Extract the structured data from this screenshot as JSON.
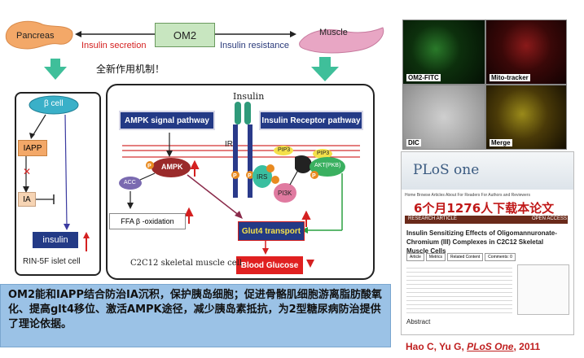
{
  "labels": {
    "pancreas": "Pancreas",
    "muscle": "Muscle",
    "om2": "OM2",
    "insulin_secretion": "Insulin secretion",
    "insulin_resistance": "Insulin resistance",
    "new_mechanism": "全新作用机制！"
  },
  "beta_panel": {
    "beta_cell": "β cell",
    "iapp": "IAPP",
    "ia": "IA",
    "insulin": "insulin",
    "caption": "RIN-5F islet cell"
  },
  "main_panel": {
    "insulin": "Insulin",
    "ampk_pathway": "AMPK signal pathway",
    "ir_pathway": "Insulin Receptor pathway",
    "ir": "IR",
    "ampk": "AMPK",
    "acc": "ACC",
    "ffa": "FFA β -oxidation",
    "pip3_a": "PIP3",
    "pip3_b": "PIP3",
    "akt": "AKT(PKB)",
    "irs": "IRS",
    "pi3k": "PI3K",
    "p": "P",
    "glut4": "Glut4  transport",
    "blood_glucose": "Blood Glucose",
    "caption": "C2C12 skeletal muscle cell"
  },
  "micro_labels": {
    "om2_fitc": "OM2-FITC",
    "mito": "Mito-tracker",
    "dic": "DIC",
    "merge": "Merge"
  },
  "paper": {
    "logo": "PLoS one",
    "headline": "6个月1276人下载本论文",
    "nav": "Home  Browse Articles  About  For Readers  For Authors and Reviewers",
    "section": "RESEARCH ARTICLE",
    "open_access": "OPEN ACCESS",
    "title": "Insulin Sensitizing Effects of Oligomannuronate-Chromium (III) Complexes in C2C12 Skeletal Muscle Cells",
    "tabs": [
      "Article",
      "Metrics",
      "Related Content",
      "Comments: 0"
    ],
    "abstract": "Abstract"
  },
  "caption_text": "OM2能和IAPP结合防治IA沉积，保护胰岛细胞；促进骨骼肌细胞游离脂肪酸氧化、提高glt4移位、激活AMPK途径，减少胰岛素抵抗，为2型糖尿病防治提供了理论依据。",
  "reference": {
    "authors": "Hao C, Yu G, ",
    "journal": "PLoS One",
    "year": ", 2011"
  }
}
